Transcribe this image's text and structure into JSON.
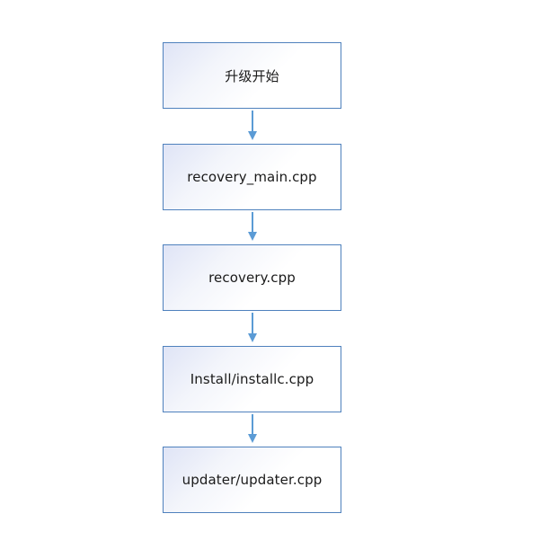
{
  "diagram": {
    "type": "flowchart",
    "nodes": [
      {
        "label": "升级开始"
      },
      {
        "label": "recovery_main.cpp"
      },
      {
        "label": "recovery.cpp"
      },
      {
        "label": "Install/installc.cpp"
      },
      {
        "label": "updater/updater.cpp"
      }
    ],
    "edges": [
      {
        "from": 0,
        "to": 1
      },
      {
        "from": 1,
        "to": 2
      },
      {
        "from": 2,
        "to": 3
      },
      {
        "from": 3,
        "to": 4
      }
    ],
    "colors": {
      "node_border": "#4f81bd",
      "arrow": "#5b9bd5",
      "gradient_start": "#dfe4f6",
      "text": "#1a1a1a"
    }
  }
}
